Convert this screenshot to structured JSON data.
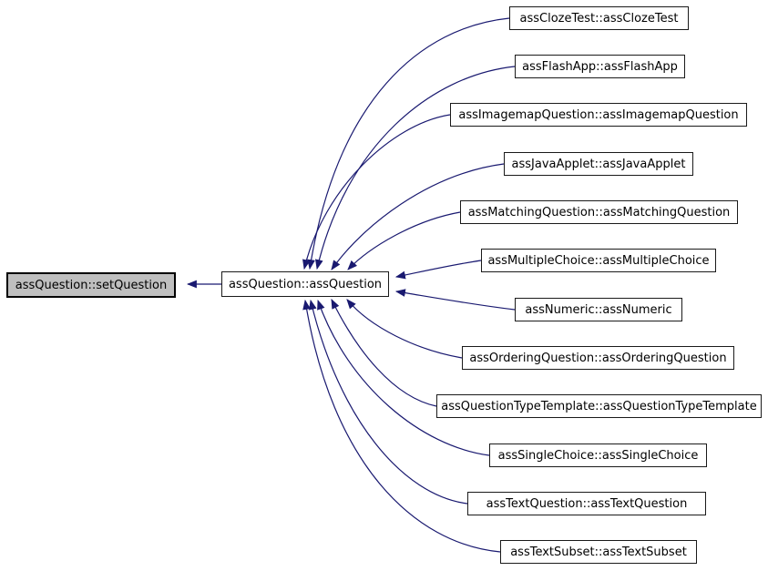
{
  "diagram": {
    "kind": "doxygen-caller-graph",
    "background": "#ffffff",
    "edge_color": "#191970",
    "node_fill": "#ffffff",
    "selected_node_fill": "#bfbfbf",
    "node_border_color": "#000000",
    "text_color": "#000000"
  },
  "nodes": {
    "selected": {
      "label": "assQuestion::setQuestion"
    },
    "center": {
      "label": "assQuestion::assQuestion"
    },
    "callers": [
      {
        "label": "assClozeTest::assClozeTest"
      },
      {
        "label": "assFlashApp::assFlashApp"
      },
      {
        "label": "assImagemapQuestion::assImagemapQuestion"
      },
      {
        "label": "assJavaApplet::assJavaApplet"
      },
      {
        "label": "assMatchingQuestion::assMatchingQuestion"
      },
      {
        "label": "assMultipleChoice::assMultipleChoice"
      },
      {
        "label": "assNumeric::assNumeric"
      },
      {
        "label": "assOrderingQuestion::assOrderingQuestion"
      },
      {
        "label": "assQuestionTypeTemplate::assQuestionTypeTemplate"
      },
      {
        "label": "assSingleChoice::assSingleChoice"
      },
      {
        "label": "assTextQuestion::assTextQuestion"
      },
      {
        "label": "assTextSubset::assTextSubset"
      }
    ]
  },
  "edges": [
    {
      "from": "assQuestion::assQuestion",
      "to": "assQuestion::setQuestion"
    },
    {
      "from": "assClozeTest::assClozeTest",
      "to": "assQuestion::assQuestion"
    },
    {
      "from": "assFlashApp::assFlashApp",
      "to": "assQuestion::assQuestion"
    },
    {
      "from": "assImagemapQuestion::assImagemapQuestion",
      "to": "assQuestion::assQuestion"
    },
    {
      "from": "assJavaApplet::assJavaApplet",
      "to": "assQuestion::assQuestion"
    },
    {
      "from": "assMatchingQuestion::assMatchingQuestion",
      "to": "assQuestion::assQuestion"
    },
    {
      "from": "assMultipleChoice::assMultipleChoice",
      "to": "assQuestion::assQuestion"
    },
    {
      "from": "assNumeric::assNumeric",
      "to": "assQuestion::assQuestion"
    },
    {
      "from": "assOrderingQuestion::assOrderingQuestion",
      "to": "assQuestion::assQuestion"
    },
    {
      "from": "assQuestionTypeTemplate::assQuestionTypeTemplate",
      "to": "assQuestion::assQuestion"
    },
    {
      "from": "assSingleChoice::assSingleChoice",
      "to": "assQuestion::assQuestion"
    },
    {
      "from": "assTextQuestion::assTextQuestion",
      "to": "assQuestion::assQuestion"
    },
    {
      "from": "assTextSubset::assTextSubset",
      "to": "assQuestion::assQuestion"
    }
  ]
}
